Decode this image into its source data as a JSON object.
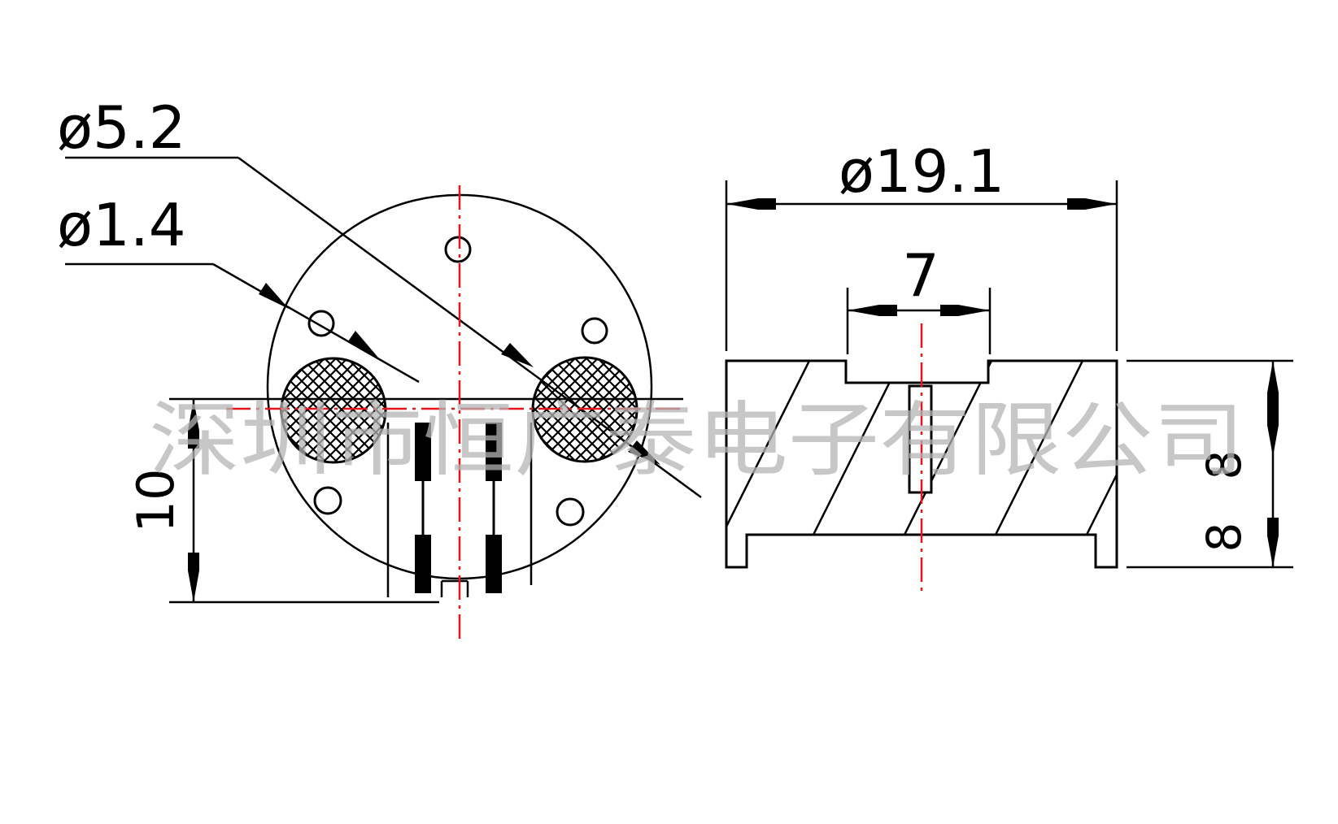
{
  "dimensions": {
    "phi_5_2": "ø5.2",
    "phi_1_4": "ø1.4",
    "height_10": "10",
    "phi_19_1": "ø19.1",
    "width_7": "7",
    "height_8_upper": "8",
    "height_8_lower": "8"
  },
  "watermark": "深圳市恒广泰电子有限公司",
  "colors": {
    "line": "#000000",
    "centerline": "#e8141a",
    "watermark": "#b4b4b4"
  }
}
